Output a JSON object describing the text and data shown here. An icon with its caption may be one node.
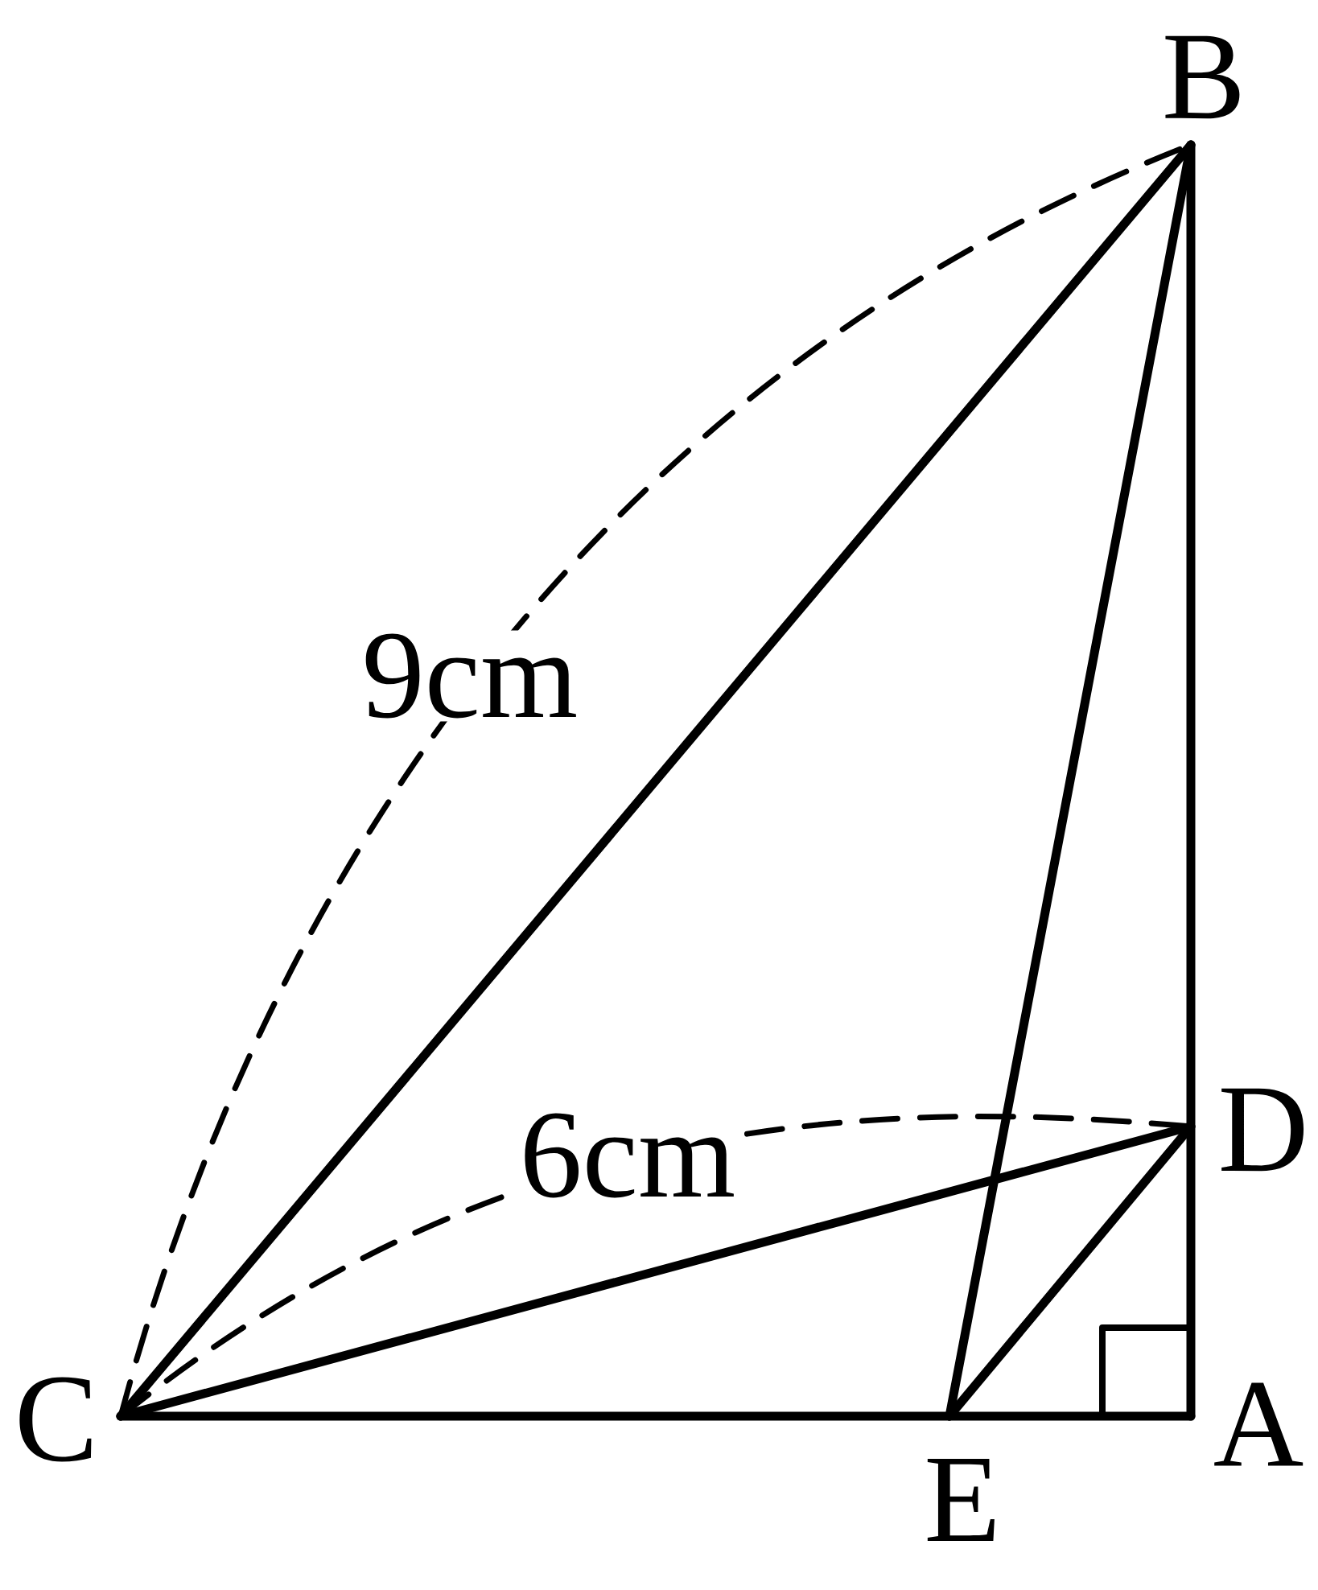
{
  "diagram": {
    "nodes": [
      {
        "text": [
          "B"
        ]
      },
      {
        "text": [
          "D"
        ]
      },
      {
        "text": [
          "C"
        ]
      },
      {
        "text": [
          "E"
        ]
      },
      {
        "text": [
          "A"
        ]
      }
    ],
    "edges": [
      {
        "from": 2,
        "to": 0,
        "arrow": "none"
      },
      {
        "from": 0,
        "to": 4,
        "arrow": "none"
      },
      {
        "from": 2,
        "to": 4,
        "arrow": "none"
      },
      {
        "from": 2,
        "to": 1,
        "arrow": "none"
      },
      {
        "from": 1,
        "to": 3,
        "arrow": "none"
      },
      {
        "from": 3,
        "to": 0,
        "arrow": "none"
      }
    ],
    "labels": [
      "9cm",
      "6cm"
    ]
  }
}
